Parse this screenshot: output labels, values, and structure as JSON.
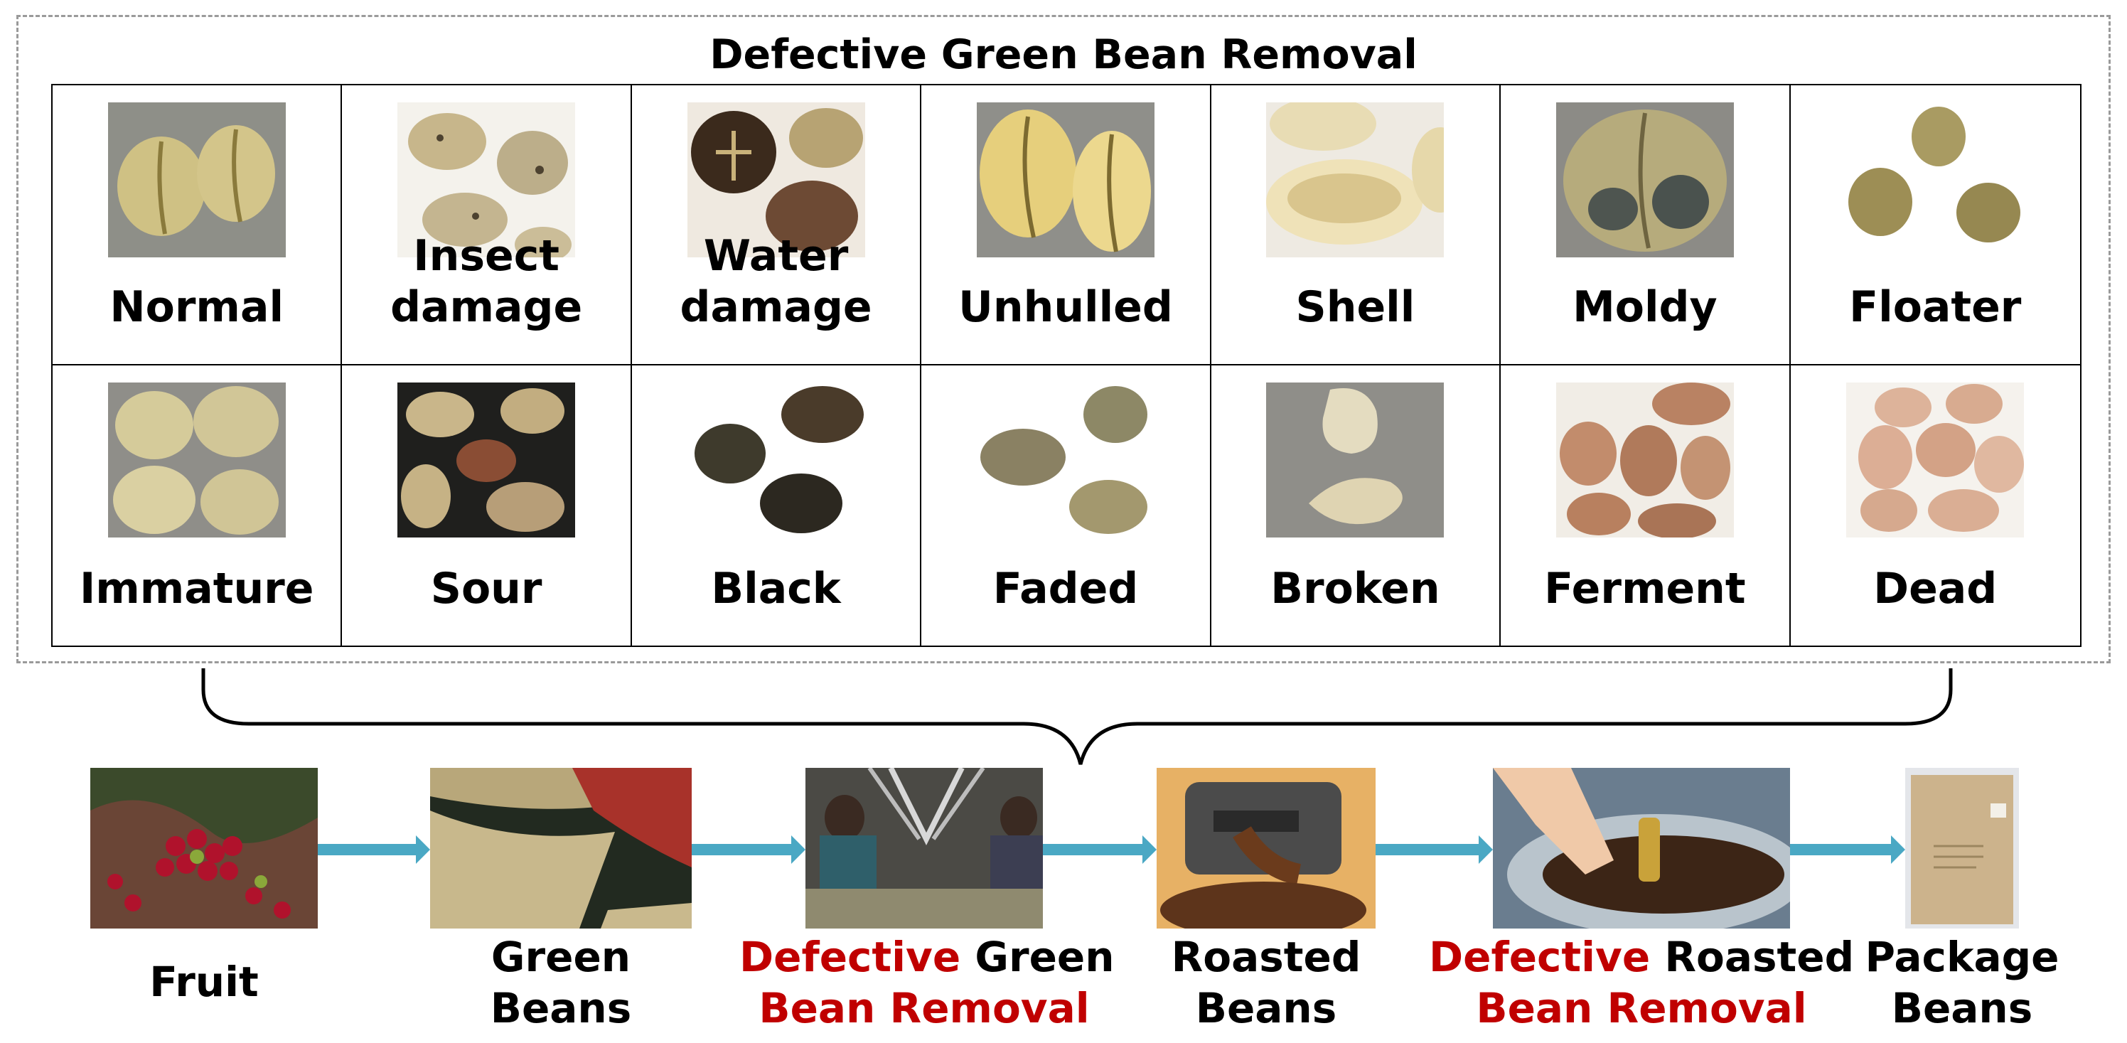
{
  "title": "Defective Green Bean Removal",
  "defects": [
    {
      "label": "Normal"
    },
    {
      "label": "Insect\ndamage"
    },
    {
      "label": "Water\ndamage"
    },
    {
      "label": "Unhulled"
    },
    {
      "label": "Shell"
    },
    {
      "label": "Moldy"
    },
    {
      "label": "Floater"
    },
    {
      "label": "Immature"
    },
    {
      "label": "Sour"
    },
    {
      "label": "Black"
    },
    {
      "label": "Faded"
    },
    {
      "label": "Broken"
    },
    {
      "label": "Ferment"
    },
    {
      "label": "Dead"
    }
  ],
  "process": {
    "fruit": "Fruit",
    "green_beans": {
      "line1": "Green",
      "line2": "Beans"
    },
    "green_removal": {
      "defective": "Defective",
      "rest1": " Green",
      "line2": "Bean Removal"
    },
    "roasted_beans": {
      "line1": "Roasted",
      "line2": "Beans"
    },
    "roasted_removal": {
      "defective": "Defective",
      "rest1": " Roasted",
      "line2": "Bean Removal"
    },
    "package_beans": {
      "line1": "Package",
      "line2": "Beans"
    }
  },
  "colors": {
    "highlight": "#c00000",
    "arrow": "#4aa8c4",
    "frame": "#9a9a9a"
  }
}
